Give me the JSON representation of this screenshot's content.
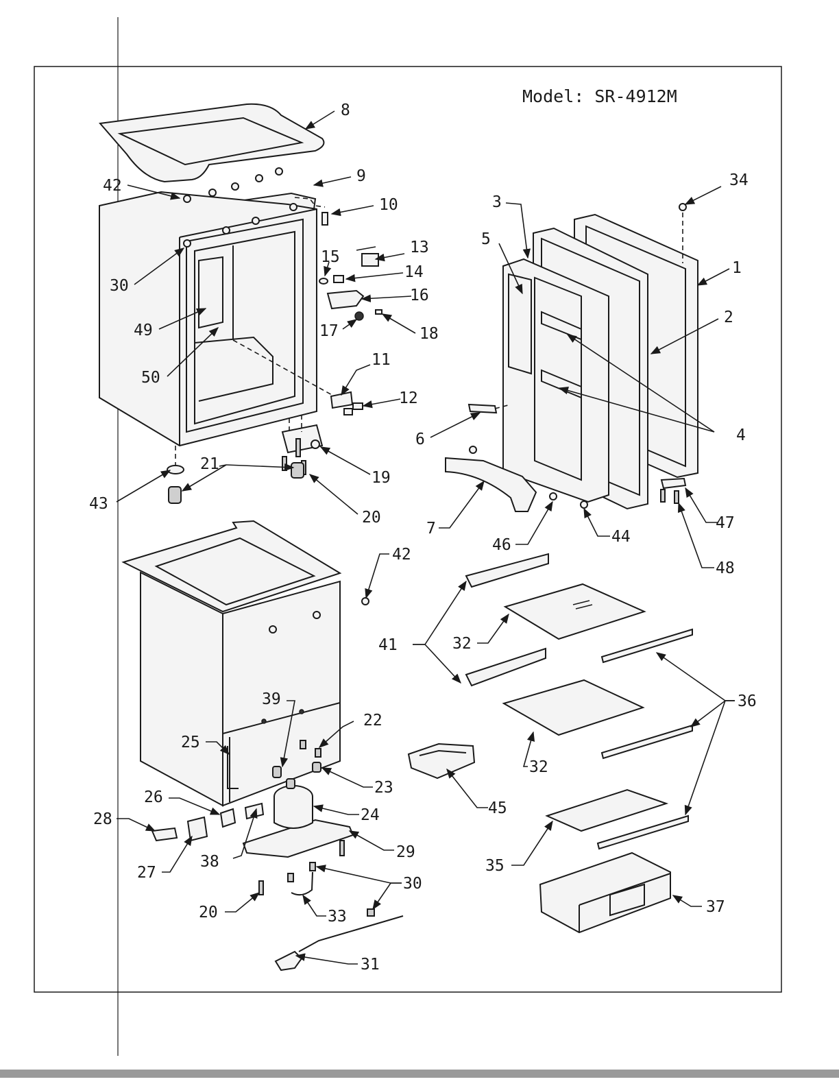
{
  "model_label": "Model: SR-4912M",
  "colors": {
    "ink": "#1a1a1a",
    "paper": "#ffffff"
  },
  "callouts": [
    "1",
    "2",
    "3",
    "4",
    "5",
    "6",
    "7",
    "8",
    "9",
    "10",
    "11",
    "12",
    "13",
    "14",
    "15",
    "16",
    "17",
    "18",
    "19",
    "20",
    "20",
    "21",
    "22",
    "23",
    "24",
    "25",
    "26",
    "27",
    "28",
    "29",
    "30",
    "30",
    "31",
    "32",
    "32",
    "33",
    "34",
    "35",
    "36",
    "37",
    "38",
    "39",
    "41",
    "42",
    "42",
    "43",
    "44",
    "45",
    "46",
    "47",
    "48",
    "49",
    "50"
  ]
}
